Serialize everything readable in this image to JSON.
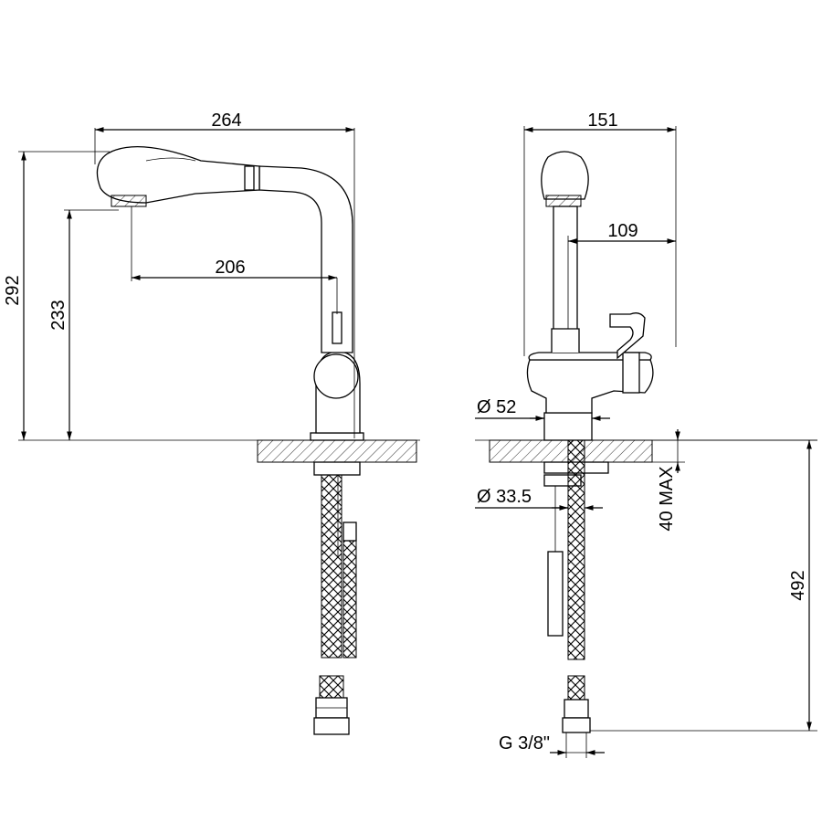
{
  "drawing": {
    "side_view": {
      "dimensions": {
        "total_width": "264",
        "spout_reach": "206",
        "total_height": "292",
        "spout_height": "233"
      }
    },
    "front_view": {
      "dimensions": {
        "total_width": "151",
        "lever_offset": "109",
        "base_diameter": "Ø 52",
        "shank_diameter": "Ø 33.5",
        "deck_thickness": "40 MAX",
        "hose_length": "492",
        "connection_thread": "G 3/8\""
      }
    }
  }
}
